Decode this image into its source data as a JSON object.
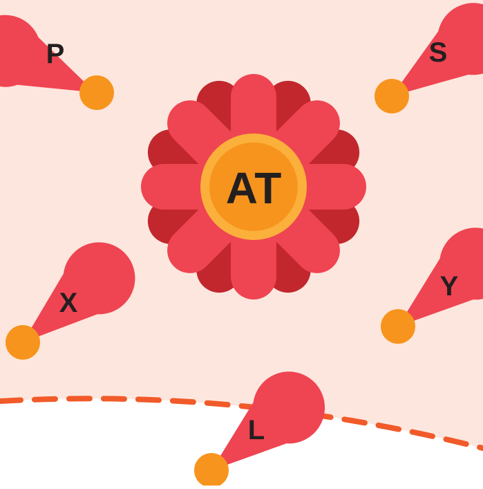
{
  "colors": {
    "background_upper": "#fde6dd",
    "background_lower": "#ffffff",
    "dashed_line": "#f15a29",
    "petal_dark": "#c1272d",
    "petal_light": "#ef4452",
    "center_ring": "#fbb03b",
    "center_fill": "#f7941d",
    "drop_body": "#ef4452",
    "drop_dot": "#f7941d",
    "text": "#231f20"
  },
  "center": {
    "label": "AT"
  },
  "drops": [
    {
      "label": "P",
      "name": "drop-p"
    },
    {
      "label": "S",
      "name": "drop-s"
    },
    {
      "label": "X",
      "name": "drop-x"
    },
    {
      "label": "Y",
      "name": "drop-y"
    },
    {
      "label": "L",
      "name": "drop-l"
    }
  ]
}
